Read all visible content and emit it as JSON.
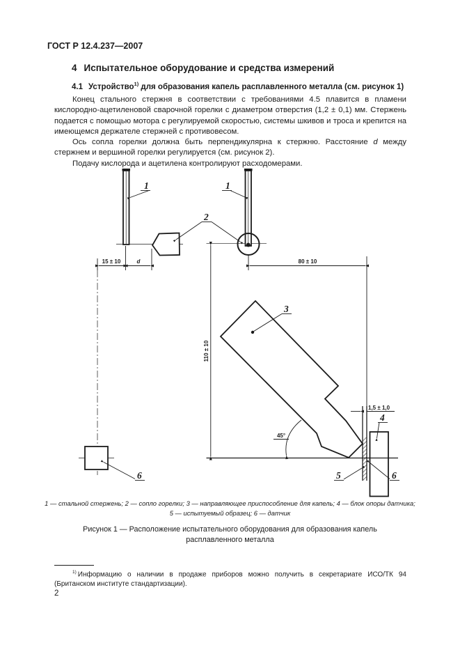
{
  "doc": {
    "header": "ГОСТ Р 12.4.237—2007",
    "page_number": "2"
  },
  "section": {
    "number": "4",
    "title": "Испытательное оборудование и средства измерений",
    "subclause": {
      "number": "4.1",
      "title_pre": "Устройство",
      "footnote_ref": "1)",
      "title_post": " для образования капель расплавленного металла (см. рисунок 1)"
    }
  },
  "body": {
    "p1": "Конец стального стержня в соответствии с требованиями 4.5 плавится в пламени кислородно-ацетиленовой сварочной горелки с диаметром отверстия (1,2 ± 0,1) мм. Стержень подается с помощью мотора с регулируемой скоростью, системы шкивов и троса и крепится на имеющемся держателе стержней с противовесом.",
    "p2_pre": "Ось сопла горелки должна быть перпендикулярна к стержню. Расстояние ",
    "p2_var": "d",
    "p2_post": " между стержнем и вершиной горелки регулируется (см. рисунок 2).",
    "p3": "Подачу кислорода и ацетилена контролируют расходомерами."
  },
  "figure": {
    "part_labels": {
      "rod_left": "1",
      "rod_right": "1",
      "nozzle": "2",
      "guide": "3",
      "support_block": "4",
      "specimen": "5",
      "sensor_side": "6",
      "sensor_front": "6"
    },
    "dimensions": {
      "rod_offset": "15 ± 10",
      "rod_to_nozzle": "d",
      "nozzle_to_specimen": "80 ± 10",
      "fall_height": "110 ± 10",
      "specimen_thickness": "1,5 ± 1,0",
      "specimen_angle": "45°"
    },
    "legend_line1": "1 — стальной стержень; 2 — сопло горелки; 3 — направляющее приспособление для капель; 4 — блок опоры датчика;",
    "legend_line2": "5 — испытуемый образец; 6 — датчик",
    "caption_line1": "Рисунок 1 — Расположение испытательного оборудования для образования капель",
    "caption_line2": "расплавленного металла"
  },
  "footnote": {
    "marker": "1)",
    "text": "Информацию о наличии в продаже приборов можно получить в секретариате ИСО/ТК 94 (Британском институте стандартизации)."
  }
}
